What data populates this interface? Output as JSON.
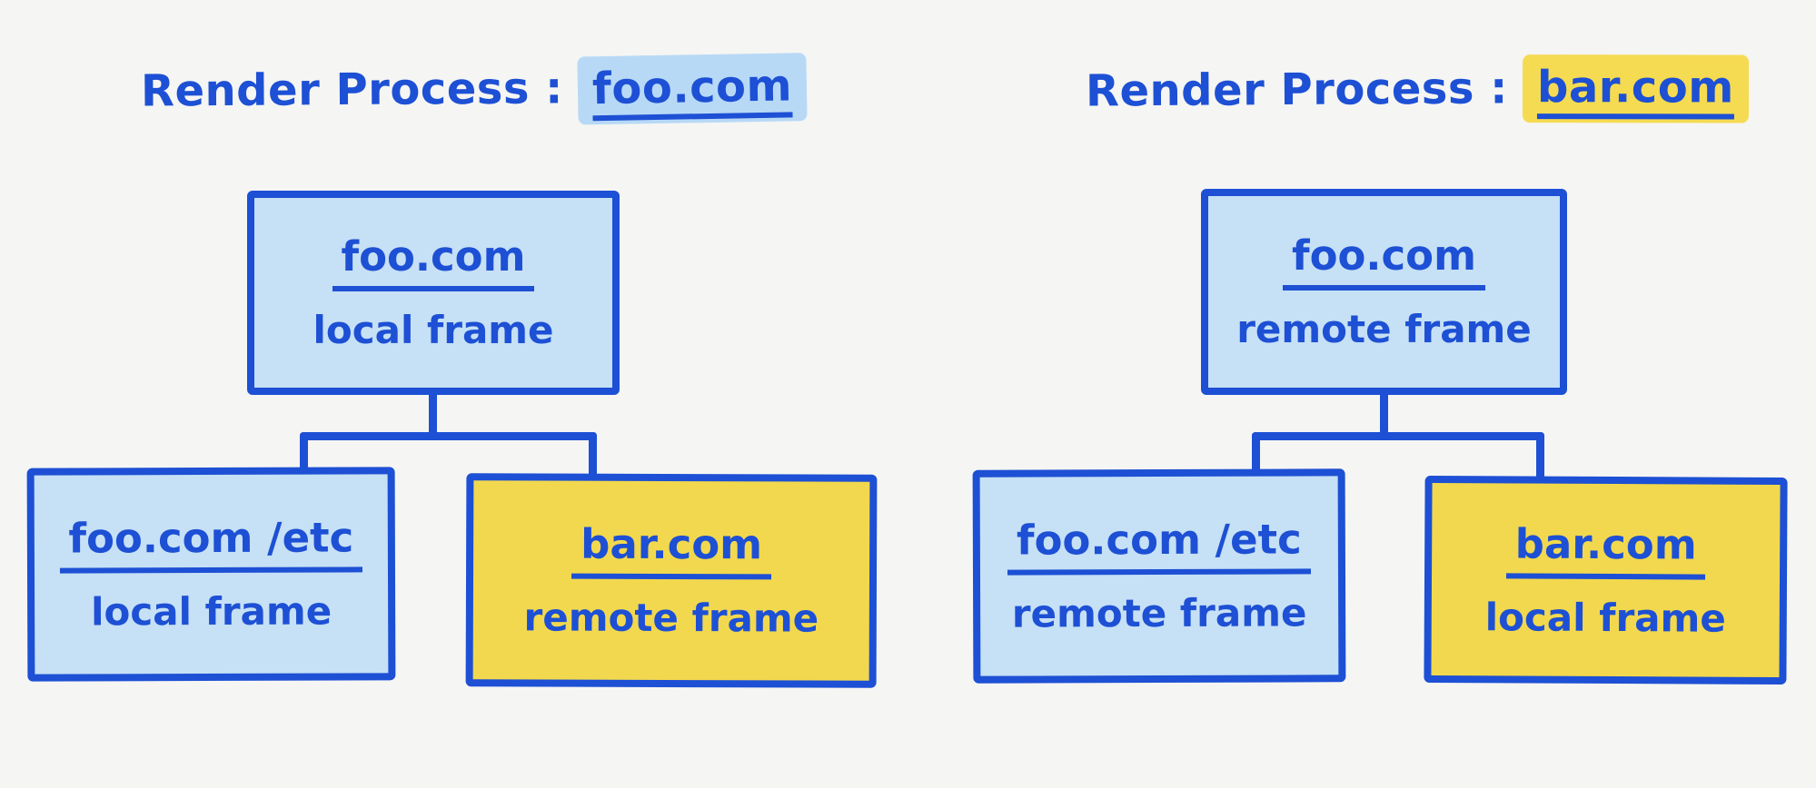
{
  "colors": {
    "background": "#f5f5f3",
    "ink": "#1d50d4",
    "blue_fill": "#c6e0f5",
    "yellow_fill": "#f2d84e",
    "blue_highlight": "#b7d9f6",
    "yellow_highlight": "#f5db52"
  },
  "diagram": {
    "panels": [
      {
        "name": "render-process-foo",
        "title_prefix": "Render Process :",
        "title_domain": "foo.com",
        "title_highlight_color": "blue",
        "parent": {
          "domain": "foo.com",
          "frame_type": "local frame",
          "fill": "blue"
        },
        "children": [
          {
            "domain": "foo.com /etc",
            "frame_type": "local frame",
            "fill": "blue"
          },
          {
            "domain": "bar.com",
            "frame_type": "remote frame",
            "fill": "yellow"
          }
        ]
      },
      {
        "name": "render-process-bar",
        "title_prefix": "Render Process :",
        "title_domain": "bar.com",
        "title_highlight_color": "yellow",
        "parent": {
          "domain": "foo.com",
          "frame_type": "remote frame",
          "fill": "blue"
        },
        "children": [
          {
            "domain": "foo.com /etc",
            "frame_type": "remote frame",
            "fill": "blue"
          },
          {
            "domain": "bar.com",
            "frame_type": "local frame",
            "fill": "yellow"
          }
        ]
      }
    ]
  }
}
